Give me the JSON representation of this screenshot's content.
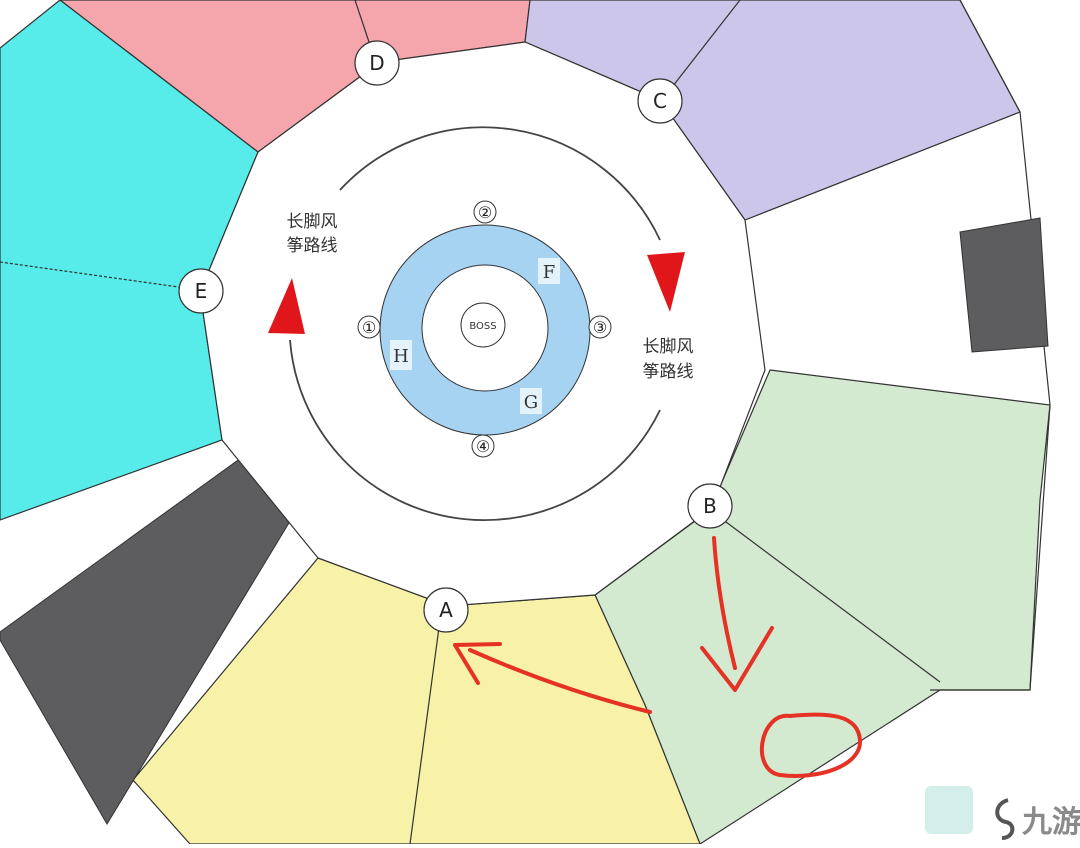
{
  "diagram": {
    "markers": {
      "a": "A",
      "b": "B",
      "c": "C",
      "d": "D",
      "e": "E"
    },
    "positions": {
      "p1": "①",
      "p2": "②",
      "p3": "③",
      "p4": "④"
    },
    "zones": {
      "f": "F",
      "g": "G",
      "h": "H"
    },
    "center_label": "BOSS",
    "route_left": {
      "line1": "长脚风",
      "line2": "筝路线"
    },
    "route_right": {
      "line1": "长脚风",
      "line2": "筝路线"
    }
  },
  "watermark": {
    "text": "九游"
  },
  "colors": {
    "pink": "#f5a6ad",
    "purple": "#cbc6ea",
    "cyan": "#57ebea",
    "green": "#d4ead0",
    "yellow": "#f8f1a8",
    "dark_gray": "#5d5d5f",
    "ring_blue": "#a6d3f1",
    "arrow_red": "#e0161b",
    "marker_red": "#e53224"
  }
}
